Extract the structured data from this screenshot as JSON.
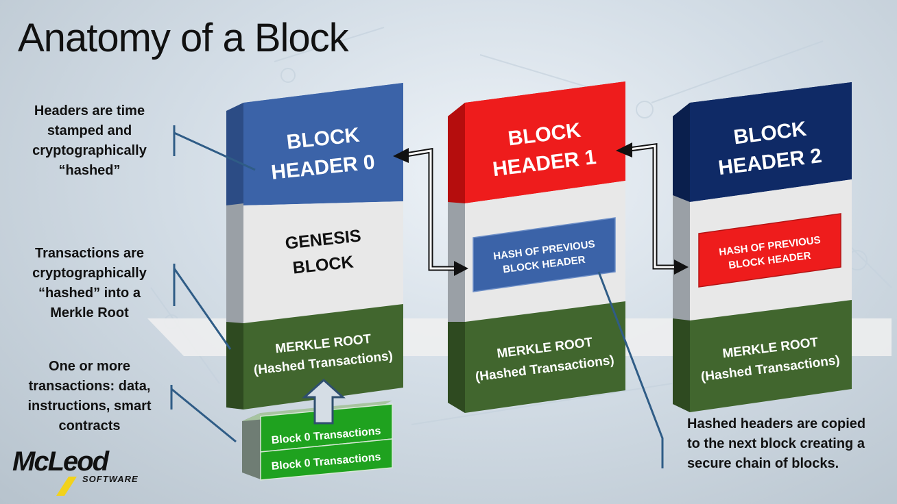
{
  "title": "Anatomy of a Block",
  "annotations": {
    "headers": "Headers are time stamped and cryptographically “hashed”",
    "transactions": "Transactions are cryptographically “hashed” into a Merkle Root",
    "txn_types": "One or more transactions: data, instructions, smart contracts",
    "hashed_headers": "Hashed headers are copied to the next block creating a secure chain of blocks."
  },
  "blocks": [
    {
      "header_line1": "BLOCK",
      "header_line2": "HEADER 0",
      "body_line1": "GENESIS",
      "body_line2": "BLOCK",
      "merkle_line1": "MERKLE ROOT",
      "merkle_line2": "(Hashed Transactions)",
      "header_color": "#3b63a8"
    },
    {
      "header_line1": "BLOCK",
      "header_line2": "HEADER 1",
      "hash_line1": "HASH OF PREVIOUS",
      "hash_line2": "BLOCK HEADER",
      "merkle_line1": "MERKLE ROOT",
      "merkle_line2": "(Hashed Transactions)",
      "header_color": "#ee1c1c"
    },
    {
      "header_line1": "BLOCK",
      "header_line2": "HEADER 2",
      "hash_line1": "HASH OF PREVIOUS",
      "hash_line2": "BLOCK HEADER",
      "merkle_line1": "MERKLE ROOT",
      "merkle_line2": "(Hashed Transactions)",
      "header_color": "#0f2a66"
    }
  ],
  "transactions": [
    "Block 0 Transactions",
    "Block 0 Transactions"
  ],
  "logo": {
    "main": "McLeod",
    "sub": "SOFTWARE"
  },
  "colors": {
    "merkle": "#41662e",
    "body": "#e8e8e8",
    "hash_blue": "#3b63a8",
    "hash_red": "#ee1c1c",
    "txn": "#1fa21f"
  }
}
